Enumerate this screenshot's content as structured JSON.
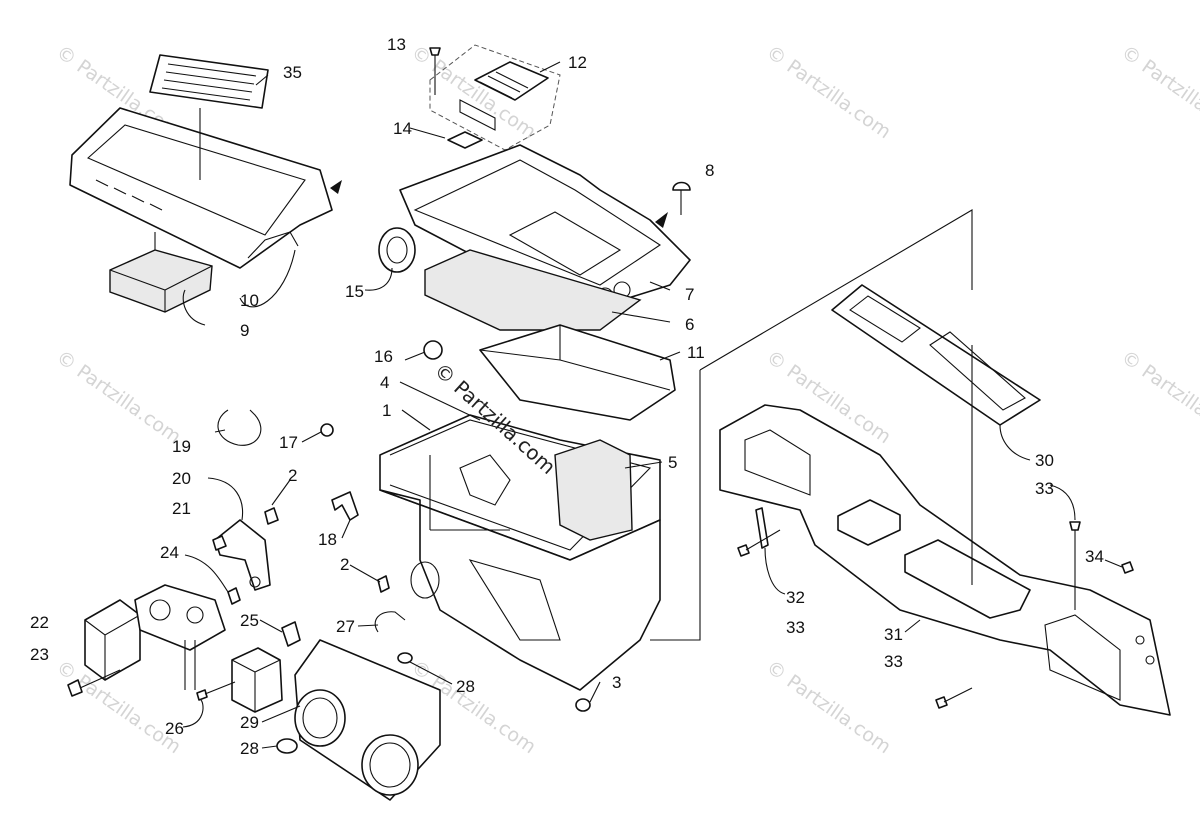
{
  "watermark": {
    "text": "© Partzilla.com",
    "center_text": "© Partzilla.com"
  },
  "callouts": [
    {
      "id": "c1",
      "label": "1"
    },
    {
      "id": "c2a",
      "label": "2"
    },
    {
      "id": "c2b",
      "label": "2"
    },
    {
      "id": "c3",
      "label": "3"
    },
    {
      "id": "c4",
      "label": "4"
    },
    {
      "id": "c5",
      "label": "5"
    },
    {
      "id": "c6",
      "label": "6"
    },
    {
      "id": "c7",
      "label": "7"
    },
    {
      "id": "c8",
      "label": "8"
    },
    {
      "id": "c9",
      "label": "9"
    },
    {
      "id": "c10",
      "label": "10"
    },
    {
      "id": "c11",
      "label": "11"
    },
    {
      "id": "c12",
      "label": "12"
    },
    {
      "id": "c13",
      "label": "13"
    },
    {
      "id": "c14",
      "label": "14"
    },
    {
      "id": "c15",
      "label": "15"
    },
    {
      "id": "c16",
      "label": "16"
    },
    {
      "id": "c17",
      "label": "17"
    },
    {
      "id": "c18",
      "label": "18"
    },
    {
      "id": "c19",
      "label": "19"
    },
    {
      "id": "c20",
      "label": "20"
    },
    {
      "id": "c21",
      "label": "21"
    },
    {
      "id": "c22",
      "label": "22"
    },
    {
      "id": "c23",
      "label": "23"
    },
    {
      "id": "c24",
      "label": "24"
    },
    {
      "id": "c25",
      "label": "25"
    },
    {
      "id": "c26",
      "label": "26"
    },
    {
      "id": "c27",
      "label": "27"
    },
    {
      "id": "c28a",
      "label": "28"
    },
    {
      "id": "c28b",
      "label": "28"
    },
    {
      "id": "c29",
      "label": "29"
    },
    {
      "id": "c30",
      "label": "30"
    },
    {
      "id": "c31",
      "label": "31"
    },
    {
      "id": "c32",
      "label": "32"
    },
    {
      "id": "c33a",
      "label": "33"
    },
    {
      "id": "c33b",
      "label": "33"
    },
    {
      "id": "c33c",
      "label": "33"
    },
    {
      "id": "c34",
      "label": "34"
    },
    {
      "id": "c35",
      "label": "35"
    }
  ]
}
